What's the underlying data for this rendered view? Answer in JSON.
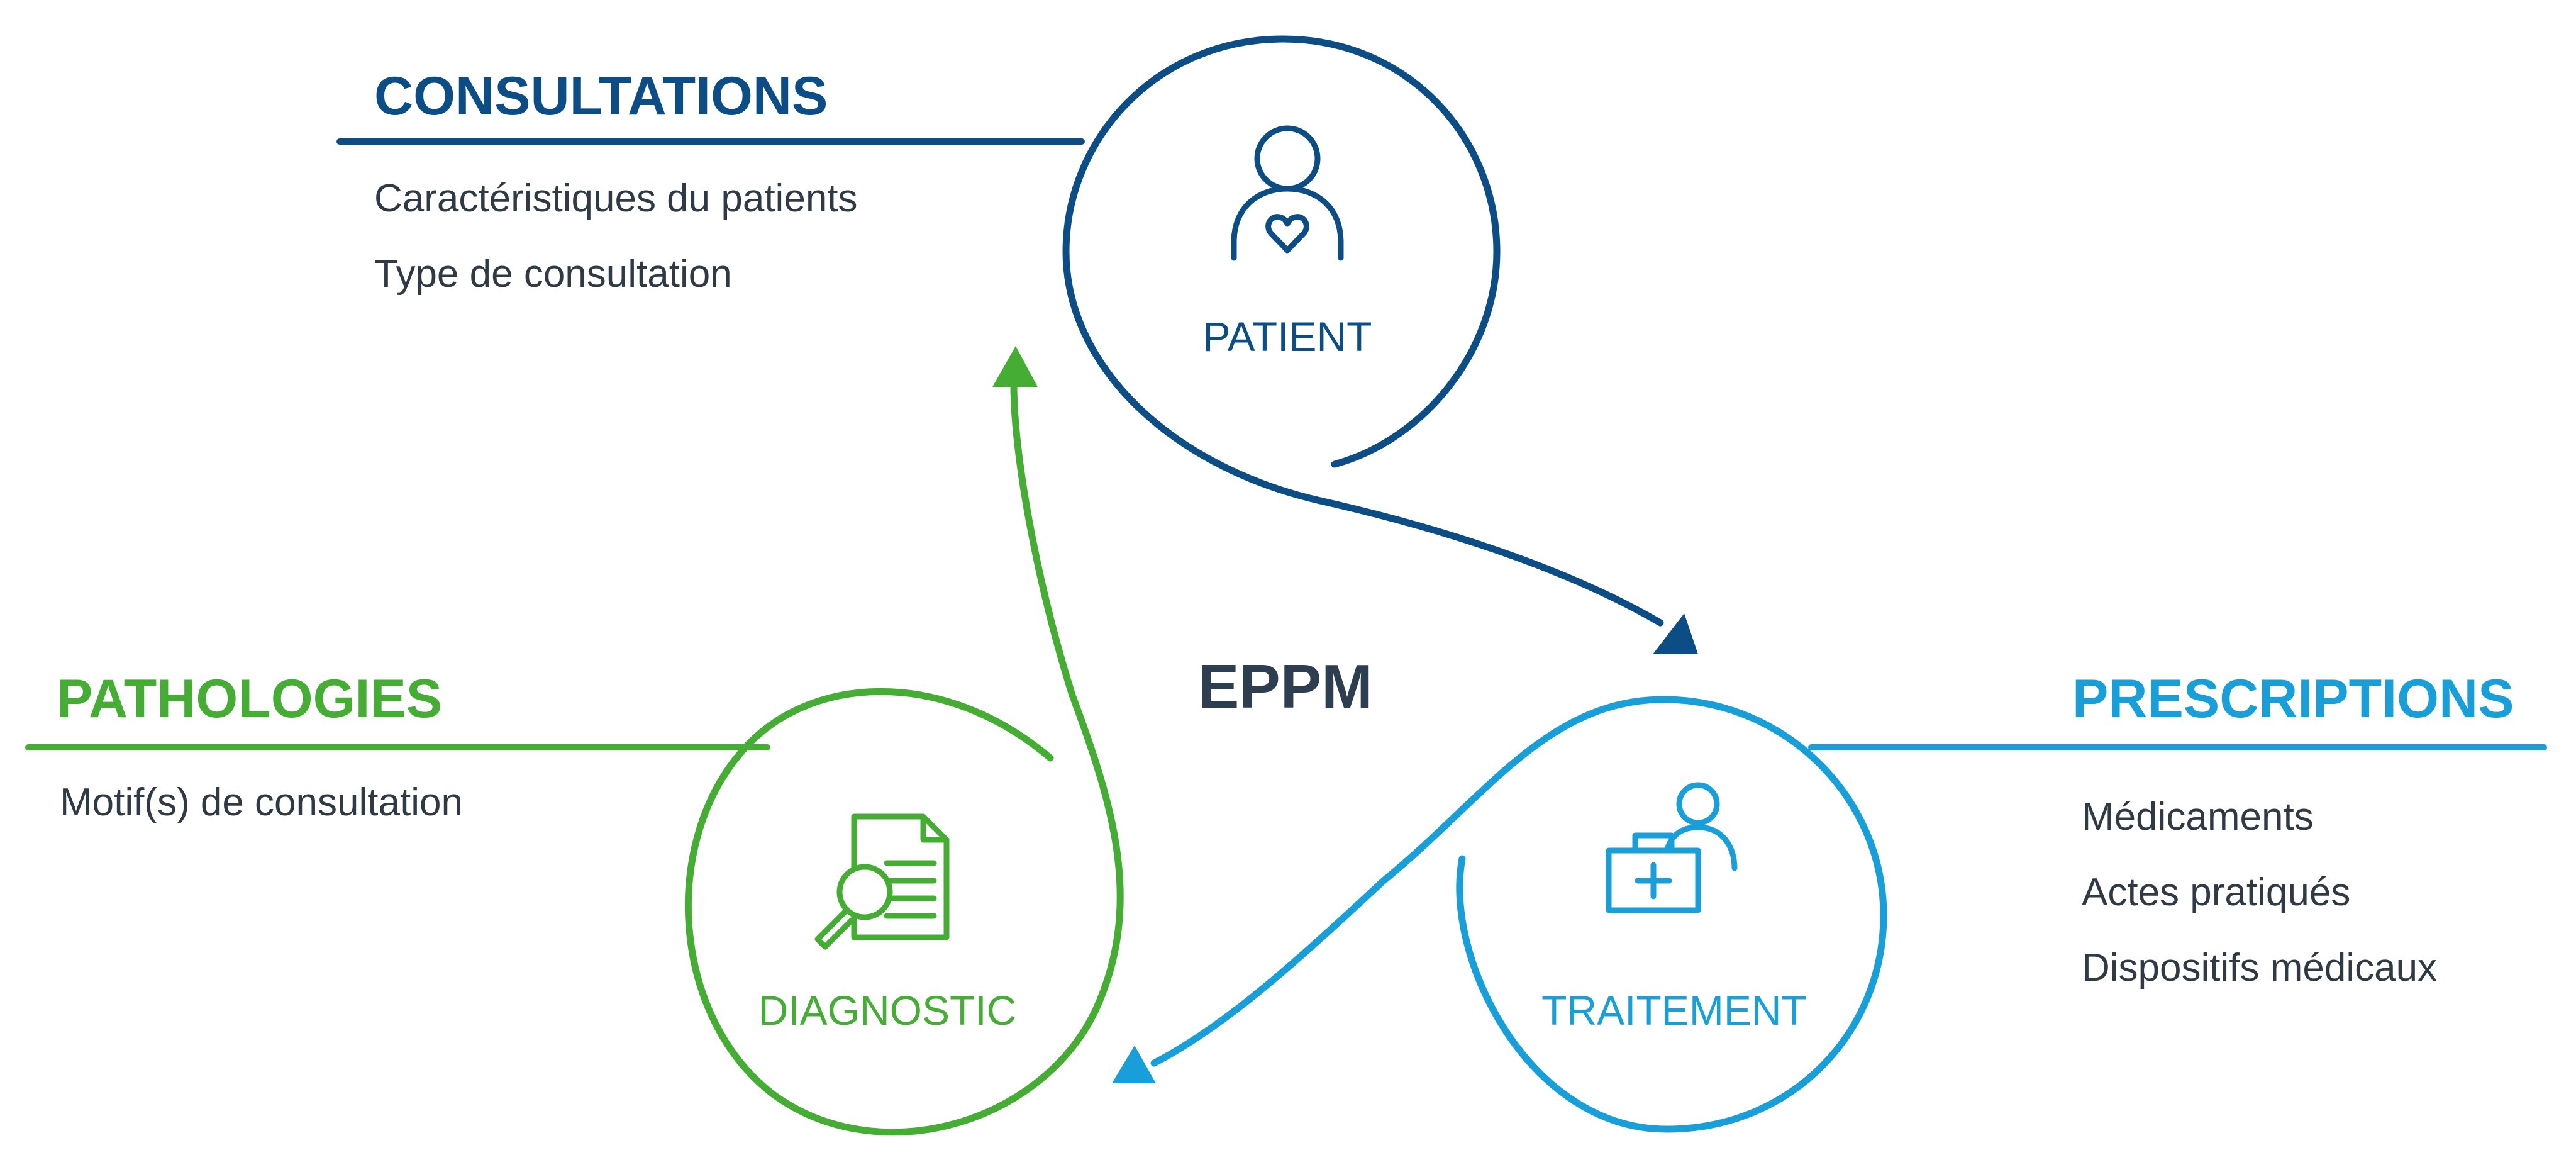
{
  "colors": {
    "navy": "#0d4d86",
    "green": "#45ac34",
    "cyan": "#189fd9",
    "text_dark": "#2f3a44"
  },
  "center_label": "EPPM",
  "sections": {
    "consultations": {
      "title": "CONSULTATIONS",
      "items": [
        "Caractéristiques du patients",
        "Type de consultation"
      ]
    },
    "pathologies": {
      "title": "PATHOLOGIES",
      "items": [
        "Motif(s) de consultation"
      ]
    },
    "prescriptions": {
      "title": "PRESCRIPTIONS",
      "items": [
        "Médicaments",
        "Actes pratiqués",
        "Dispositifs médicaux"
      ]
    }
  },
  "nodes": {
    "patient": {
      "label": "PATIENT",
      "icon": "patient-heart-icon"
    },
    "diagnostic": {
      "label": "DIAGNOSTIC",
      "icon": "document-magnifier-icon"
    },
    "traitement": {
      "label": "TRAITEMENT",
      "icon": "medical-kit-person-icon"
    }
  }
}
